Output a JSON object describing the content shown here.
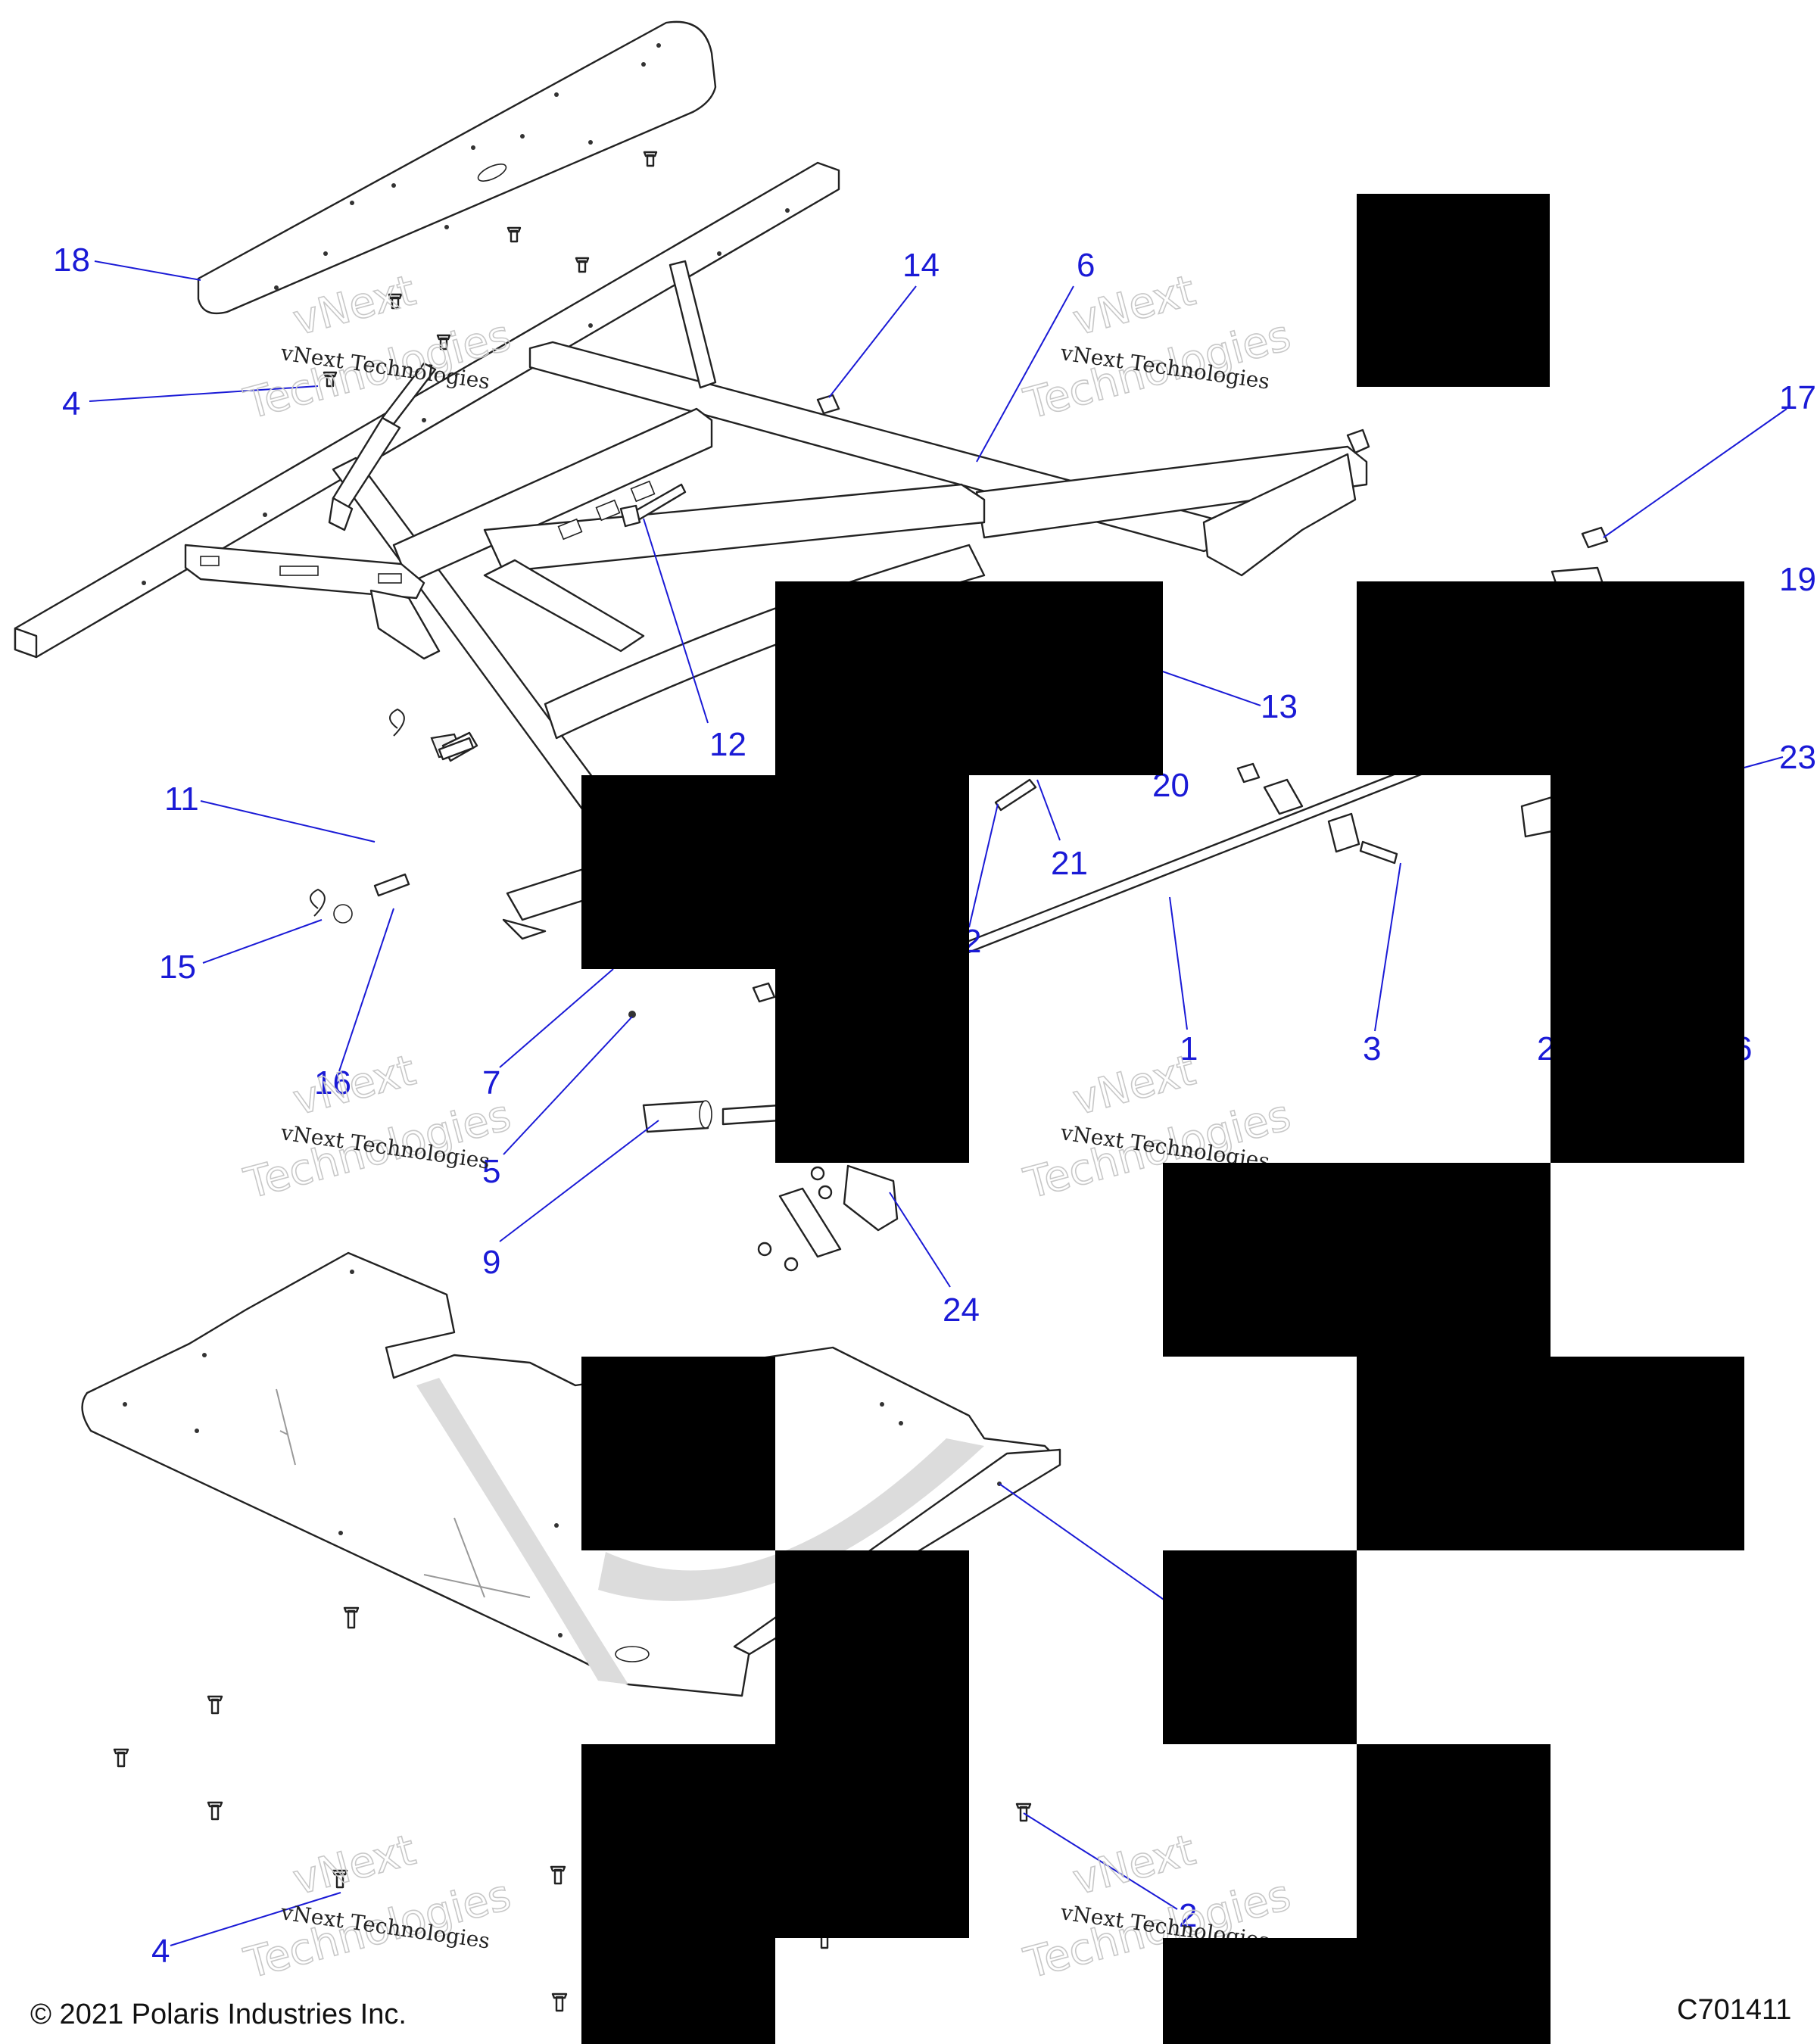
{
  "footer": {
    "copyright": "© 2021 Polaris Industries Inc.",
    "code": "C701411"
  },
  "watermark": {
    "line1": "vNext Technologies",
    "line2": "vNext",
    "line3": "Technologies"
  },
  "callouts": {
    "c18": "18",
    "c4a": "4",
    "c14": "14",
    "c6": "6",
    "c17": "17",
    "c19": "19",
    "c12": "12",
    "c13": "13",
    "c20": "20",
    "c23": "23",
    "c11": "11",
    "c21": "21",
    "c2a": "2",
    "c15": "15",
    "c1": "1",
    "c3": "3",
    "c2b": "2",
    "c26": "6",
    "c16": "16",
    "c7": "7",
    "c5": "5",
    "c9": "9",
    "c24": "24",
    "c4b": "4",
    "c2c": "2"
  },
  "colors": {
    "callout": "#1a1ad6",
    "redaction": "#000000"
  }
}
